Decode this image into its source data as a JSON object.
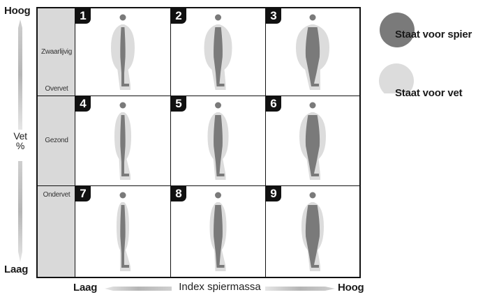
{
  "axes": {
    "y_top": "Hoog",
    "y_bottom": "Laag",
    "y_title_line1": "Vet",
    "y_title_line2": "%",
    "x_left": "Laag",
    "x_title": "Index spiermassa",
    "x_right": "Hoog"
  },
  "rows": [
    {
      "labels": [
        "Zwaarlijvig",
        "Overvet"
      ]
    },
    {
      "labels": [
        "Gezond"
      ]
    },
    {
      "labels": [
        "Ondervet"
      ]
    }
  ],
  "cells": [
    {
      "number": "1",
      "fat": 3,
      "muscle": 1
    },
    {
      "number": "2",
      "fat": 3,
      "muscle": 2
    },
    {
      "number": "3",
      "fat": 3,
      "muscle": 3
    },
    {
      "number": "4",
      "fat": 2,
      "muscle": 1
    },
    {
      "number": "5",
      "fat": 2,
      "muscle": 2
    },
    {
      "number": "6",
      "fat": 2,
      "muscle": 3
    },
    {
      "number": "7",
      "fat": 1,
      "muscle": 1
    },
    {
      "number": "8",
      "fat": 1,
      "muscle": 2
    },
    {
      "number": "9",
      "fat": 1,
      "muscle": 3
    }
  ],
  "legend": {
    "muscle_label": "Staat voor spier",
    "fat_label": "Staat voor vet",
    "muscle_color": "#7a7a7a",
    "fat_color": "#dcdcdc"
  }
}
